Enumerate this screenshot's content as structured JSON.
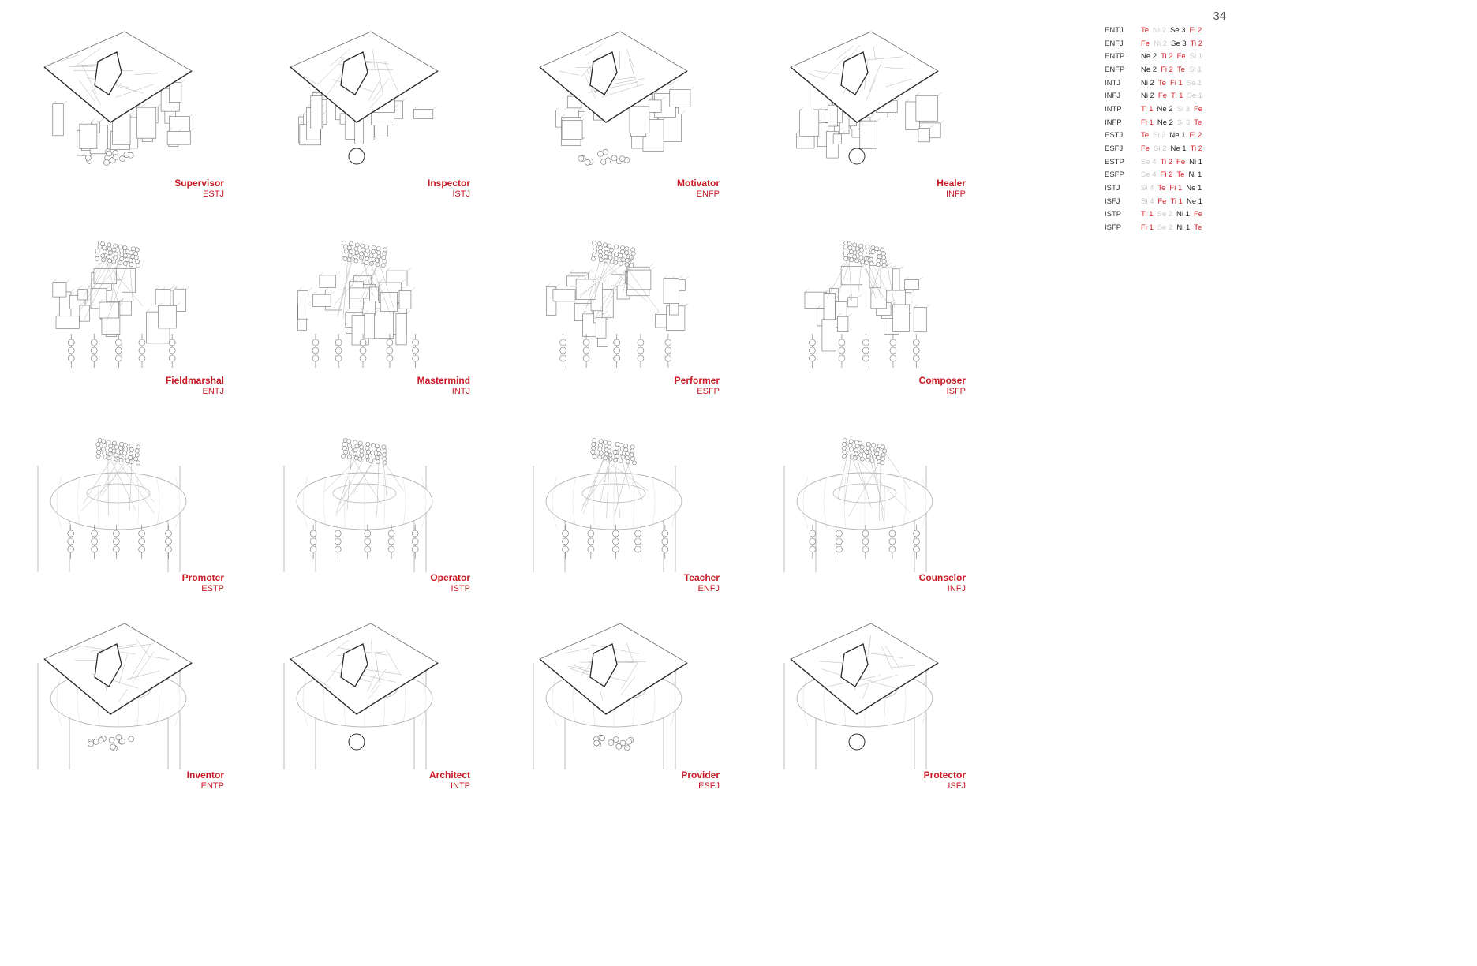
{
  "page": {
    "number": "34"
  },
  "colors": {
    "accent": "#c81a24",
    "line": "#6a6a6a",
    "muted": "#c8c8c8"
  },
  "drawing_kinds": [
    "terrain-roof",
    "city-blocks",
    "torus-ring"
  ],
  "cells": [
    {
      "name": "Supervisor",
      "code": "ESTJ",
      "top": "terrain-roof",
      "body": "city-blocks",
      "bottom": "bubble-cluster"
    },
    {
      "name": "Inspector",
      "code": "ISTJ",
      "top": "terrain-roof",
      "body": "city-blocks",
      "bottom": "single-sphere"
    },
    {
      "name": "Motivator",
      "code": "ENFP",
      "top": "terrain-roof",
      "body": "city-blocks",
      "bottom": "bubble-cluster"
    },
    {
      "name": "Healer",
      "code": "INFP",
      "top": "terrain-roof",
      "body": "city-blocks",
      "bottom": "single-sphere"
    },
    {
      "name": "Fieldmarshal",
      "code": "ENTJ",
      "top": "bubble-net",
      "body": "city-blocks",
      "bottom": "hanging-pods"
    },
    {
      "name": "Mastermind",
      "code": "INTJ",
      "top": "bubble-net",
      "body": "city-blocks",
      "bottom": "hanging-pods"
    },
    {
      "name": "Performer",
      "code": "ESFP",
      "top": "bubble-net",
      "body": "city-blocks",
      "bottom": "hanging-pods"
    },
    {
      "name": "Composer",
      "code": "ISFP",
      "top": "bubble-net",
      "body": "city-blocks",
      "bottom": "hanging-pods"
    },
    {
      "name": "Promoter",
      "code": "ESTP",
      "top": "bubble-net",
      "body": "torus-ring",
      "bottom": "hanging-pods"
    },
    {
      "name": "Operator",
      "code": "ISTP",
      "top": "bubble-net",
      "body": "torus-ring",
      "bottom": "hanging-pods"
    },
    {
      "name": "Teacher",
      "code": "ENFJ",
      "top": "bubble-net",
      "body": "torus-ring",
      "bottom": "hanging-pods"
    },
    {
      "name": "Counselor",
      "code": "INFJ",
      "top": "bubble-net",
      "body": "torus-ring",
      "bottom": "hanging-pods"
    },
    {
      "name": "Inventor",
      "code": "ENTP",
      "top": "terrain-roof",
      "body": "torus-ring",
      "bottom": "bubble-cluster"
    },
    {
      "name": "Architect",
      "code": "INTP",
      "top": "terrain-roof",
      "body": "torus-ring",
      "bottom": "single-sphere"
    },
    {
      "name": "Provider",
      "code": "ESFJ",
      "top": "terrain-roof",
      "body": "torus-ring",
      "bottom": "bubble-cluster"
    },
    {
      "name": "Protector",
      "code": "ISFJ",
      "top": "terrain-roof",
      "body": "torus-ring",
      "bottom": "single-sphere"
    }
  ],
  "legend": [
    {
      "type": "ENTJ",
      "functions": [
        {
          "t": "Te",
          "c": "red"
        },
        {
          "t": "Ni 2",
          "c": "gray"
        },
        {
          "t": "Se 3",
          "c": "black"
        },
        {
          "t": "Fi 2",
          "c": "red"
        }
      ]
    },
    {
      "type": "ENFJ",
      "functions": [
        {
          "t": "Fe",
          "c": "red"
        },
        {
          "t": "Ni 2",
          "c": "gray"
        },
        {
          "t": "Se 3",
          "c": "black"
        },
        {
          "t": "Ti 2",
          "c": "red"
        }
      ]
    },
    {
      "type": "ENTP",
      "functions": [
        {
          "t": "Ne 2",
          "c": "black"
        },
        {
          "t": "Ti 2",
          "c": "red"
        },
        {
          "t": "Fe",
          "c": "red"
        },
        {
          "t": "Si 1",
          "c": "gray"
        }
      ]
    },
    {
      "type": "ENFP",
      "functions": [
        {
          "t": "Ne 2",
          "c": "black"
        },
        {
          "t": "Fi 2",
          "c": "red"
        },
        {
          "t": "Te",
          "c": "red"
        },
        {
          "t": "Si 1",
          "c": "gray"
        }
      ]
    },
    {
      "type": "INTJ",
      "functions": [
        {
          "t": "Ni 2",
          "c": "black"
        },
        {
          "t": "Te",
          "c": "red"
        },
        {
          "t": "Fi 1",
          "c": "red"
        },
        {
          "t": "Se 1",
          "c": "gray"
        }
      ]
    },
    {
      "type": "INFJ",
      "functions": [
        {
          "t": "Ni 2",
          "c": "black"
        },
        {
          "t": "Fe",
          "c": "red"
        },
        {
          "t": "Ti 1",
          "c": "red"
        },
        {
          "t": "Se 1",
          "c": "gray"
        }
      ]
    },
    {
      "type": "INTP",
      "functions": [
        {
          "t": "Ti 1",
          "c": "red"
        },
        {
          "t": "Ne 2",
          "c": "black"
        },
        {
          "t": "Si 3",
          "c": "gray"
        },
        {
          "t": "Fe",
          "c": "red"
        }
      ]
    },
    {
      "type": "INFP",
      "functions": [
        {
          "t": "Fi 1",
          "c": "red"
        },
        {
          "t": "Ne 2",
          "c": "black"
        },
        {
          "t": "Si 3",
          "c": "gray"
        },
        {
          "t": "Te",
          "c": "red"
        }
      ]
    },
    {
      "type": "ESTJ",
      "functions": [
        {
          "t": "Te",
          "c": "red"
        },
        {
          "t": "Si 2",
          "c": "gray"
        },
        {
          "t": "Ne 1",
          "c": "black"
        },
        {
          "t": "Fi 2",
          "c": "red"
        }
      ]
    },
    {
      "type": "ESFJ",
      "functions": [
        {
          "t": "Fe",
          "c": "red"
        },
        {
          "t": "Si 2",
          "c": "gray"
        },
        {
          "t": "Ne 1",
          "c": "black"
        },
        {
          "t": "Ti 2",
          "c": "red"
        }
      ]
    },
    {
      "type": "ESTP",
      "functions": [
        {
          "t": "Se 4",
          "c": "gray"
        },
        {
          "t": "Ti 2",
          "c": "red"
        },
        {
          "t": "Fe",
          "c": "red"
        },
        {
          "t": "Ni 1",
          "c": "black"
        }
      ]
    },
    {
      "type": "ESFP",
      "functions": [
        {
          "t": "Se 4",
          "c": "gray"
        },
        {
          "t": "Fi 2",
          "c": "red"
        },
        {
          "t": "Te",
          "c": "red"
        },
        {
          "t": "Ni 1",
          "c": "black"
        }
      ]
    },
    {
      "type": "ISTJ",
      "functions": [
        {
          "t": "Si 4",
          "c": "gray"
        },
        {
          "t": "Te",
          "c": "red"
        },
        {
          "t": "Fi 1",
          "c": "red"
        },
        {
          "t": "Ne 1",
          "c": "black"
        }
      ]
    },
    {
      "type": "ISFJ",
      "functions": [
        {
          "t": "Si 4",
          "c": "gray"
        },
        {
          "t": "Fe",
          "c": "red"
        },
        {
          "t": "Ti 1",
          "c": "red"
        },
        {
          "t": "Ne 1",
          "c": "black"
        }
      ]
    },
    {
      "type": "ISTP",
      "functions": [
        {
          "t": "Ti 1",
          "c": "red"
        },
        {
          "t": "Se 2",
          "c": "gray"
        },
        {
          "t": "Ni 1",
          "c": "black"
        },
        {
          "t": "Fe",
          "c": "red"
        }
      ]
    },
    {
      "type": "ISFP",
      "functions": [
        {
          "t": "Fi 1",
          "c": "red"
        },
        {
          "t": "Se 2",
          "c": "gray"
        },
        {
          "t": "Ni 1",
          "c": "black"
        },
        {
          "t": "Te",
          "c": "red"
        }
      ]
    }
  ]
}
